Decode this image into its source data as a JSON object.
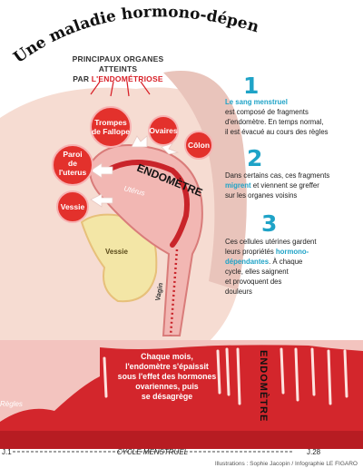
{
  "title": "Une maladie hormono-dépendante",
  "organs_heading": {
    "line1": "PRINCIPAUX ORGANES ATTEINTS",
    "line2_prefix": "PAR ",
    "line2_highlight": "L'ENDOMÉTRIOSE"
  },
  "organs": [
    {
      "id": "trompes",
      "line1": "Trompes",
      "line2": "de Fallope"
    },
    {
      "id": "ovaires",
      "line1": "Ovaires",
      "line2": ""
    },
    {
      "id": "colon",
      "line1": "Côlon",
      "line2": ""
    },
    {
      "id": "paroi",
      "line1": "Paroi",
      "line2": "de",
      "line3": "l'uterus"
    },
    {
      "id": "vessie",
      "line1": "Vessie",
      "line2": ""
    }
  ],
  "anatomy_labels": {
    "endometre": "ENDOMÈTRE",
    "uterus": "Utérus",
    "vessie": "Vessie",
    "vagin": "Vagin"
  },
  "steps": [
    {
      "number": "1",
      "highlight": "Le sang menstruel",
      "text": [
        "est composé de fragments",
        "d'endomètre. En temps normal,",
        "il est évacué au cours des règles"
      ]
    },
    {
      "number": "2",
      "text_before": [
        "Dans certains cas, ces fragments"
      ],
      "highlight": "migrent",
      "text_after_inline": " et viennent se greffer",
      "text_after": [
        "sur les organes voisins"
      ]
    },
    {
      "number": "3",
      "text_before": [
        "Ces cellules utérines gardent",
        "leurs propriétés "
      ],
      "highlight": "hormono-",
      "highlight2": "dépendantes",
      "text_after_inline": ". À chaque",
      "text_after": [
        "cycle, elles saignent",
        "et provoquent des",
        "douleurs"
      ]
    }
  ],
  "endometrium_panel": {
    "text": [
      "Chaque mois,",
      "l'endomètre s'épaissit",
      "sous l'effet des hormones",
      "ovariennes, puis",
      "se désagrège"
    ],
    "vertical_label": "ENDOMÈTRE",
    "regles_label": "Règles"
  },
  "cycle": {
    "start": "J.1",
    "label": "CYCLE MENSTRUEL",
    "end": "J.28"
  },
  "credit": "Illustrations : Sophie Jacopin / Infographie LE FIGARO",
  "colors": {
    "accent_red": "#e3312c",
    "accent_blue": "#1fa3c7",
    "skin": "#f6dcd2",
    "tissue_pink": "#f2b7b3"
  }
}
